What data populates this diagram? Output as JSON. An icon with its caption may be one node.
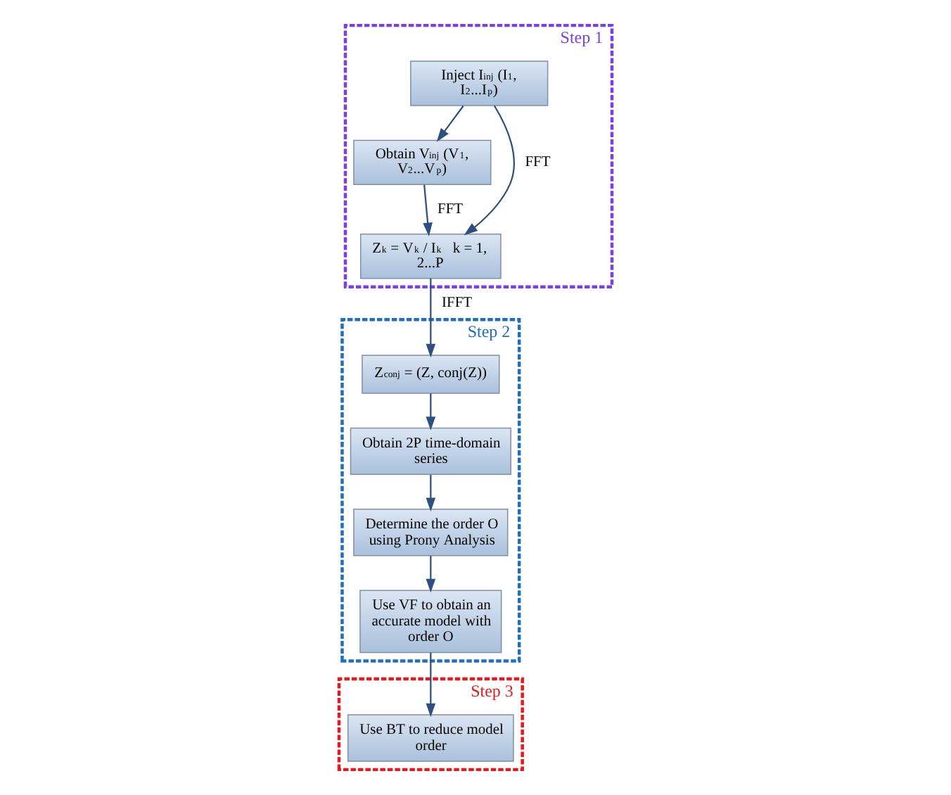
{
  "diagram": {
    "nodes": [
      {
        "text": [
          "Step 1"
        ]
      },
      {
        "text": [
          "Inject I$_{inj}$ (I$_{1}$, I$_{2}$...I$_{p}$)"
        ],
        "in": 0
      },
      {
        "text": [
          "Obtain V$_{inj}$ (V$_{1}$, V$_{2}$...V$_{p}$)"
        ],
        "in": 0
      },
      {
        "text": [
          "Z$_{k}$ = V$_{k}$ / I$_{k}$   k = 1, 2...P"
        ],
        "in": 0
      },
      {
        "text": [
          "Step 3"
        ]
      },
      {
        "text": [
          "Use BT to reduce model order"
        ],
        "in": 4
      },
      {
        "text": [
          "Step 2"
        ]
      },
      {
        "text": [
          "Use VF to obtain an accurate model with order O"
        ],
        "in": 6
      },
      {
        "text": [
          "Determine the order O using Prony Analysis"
        ],
        "in": 6
      },
      {
        "text": [
          "Z$_{conj}$ = (Z, conj(Z))"
        ],
        "in": 6
      },
      {
        "text": [
          "Obtain 2P time-domain series"
        ],
        "in": 6
      }
    ],
    "edges": [
      {
        "from": 1,
        "to": 2,
        "arrow": "to"
      },
      {
        "from": 2,
        "to": 3,
        "arrow": "to",
        "label": "FFT"
      },
      {
        "from": 1,
        "to": 3,
        "arrow": "to",
        "label": "FFT"
      },
      {
        "from": 3,
        "to": 9,
        "arrow": "to",
        "label": "IFFT"
      },
      {
        "from": 9,
        "to": 10,
        "arrow": "to"
      },
      {
        "from": 10,
        "to": 8,
        "arrow": "to"
      },
      {
        "from": 8,
        "to": 7,
        "arrow": "to"
      },
      {
        "from": 7,
        "to": 5,
        "arrow": "to"
      }
    ]
  }
}
